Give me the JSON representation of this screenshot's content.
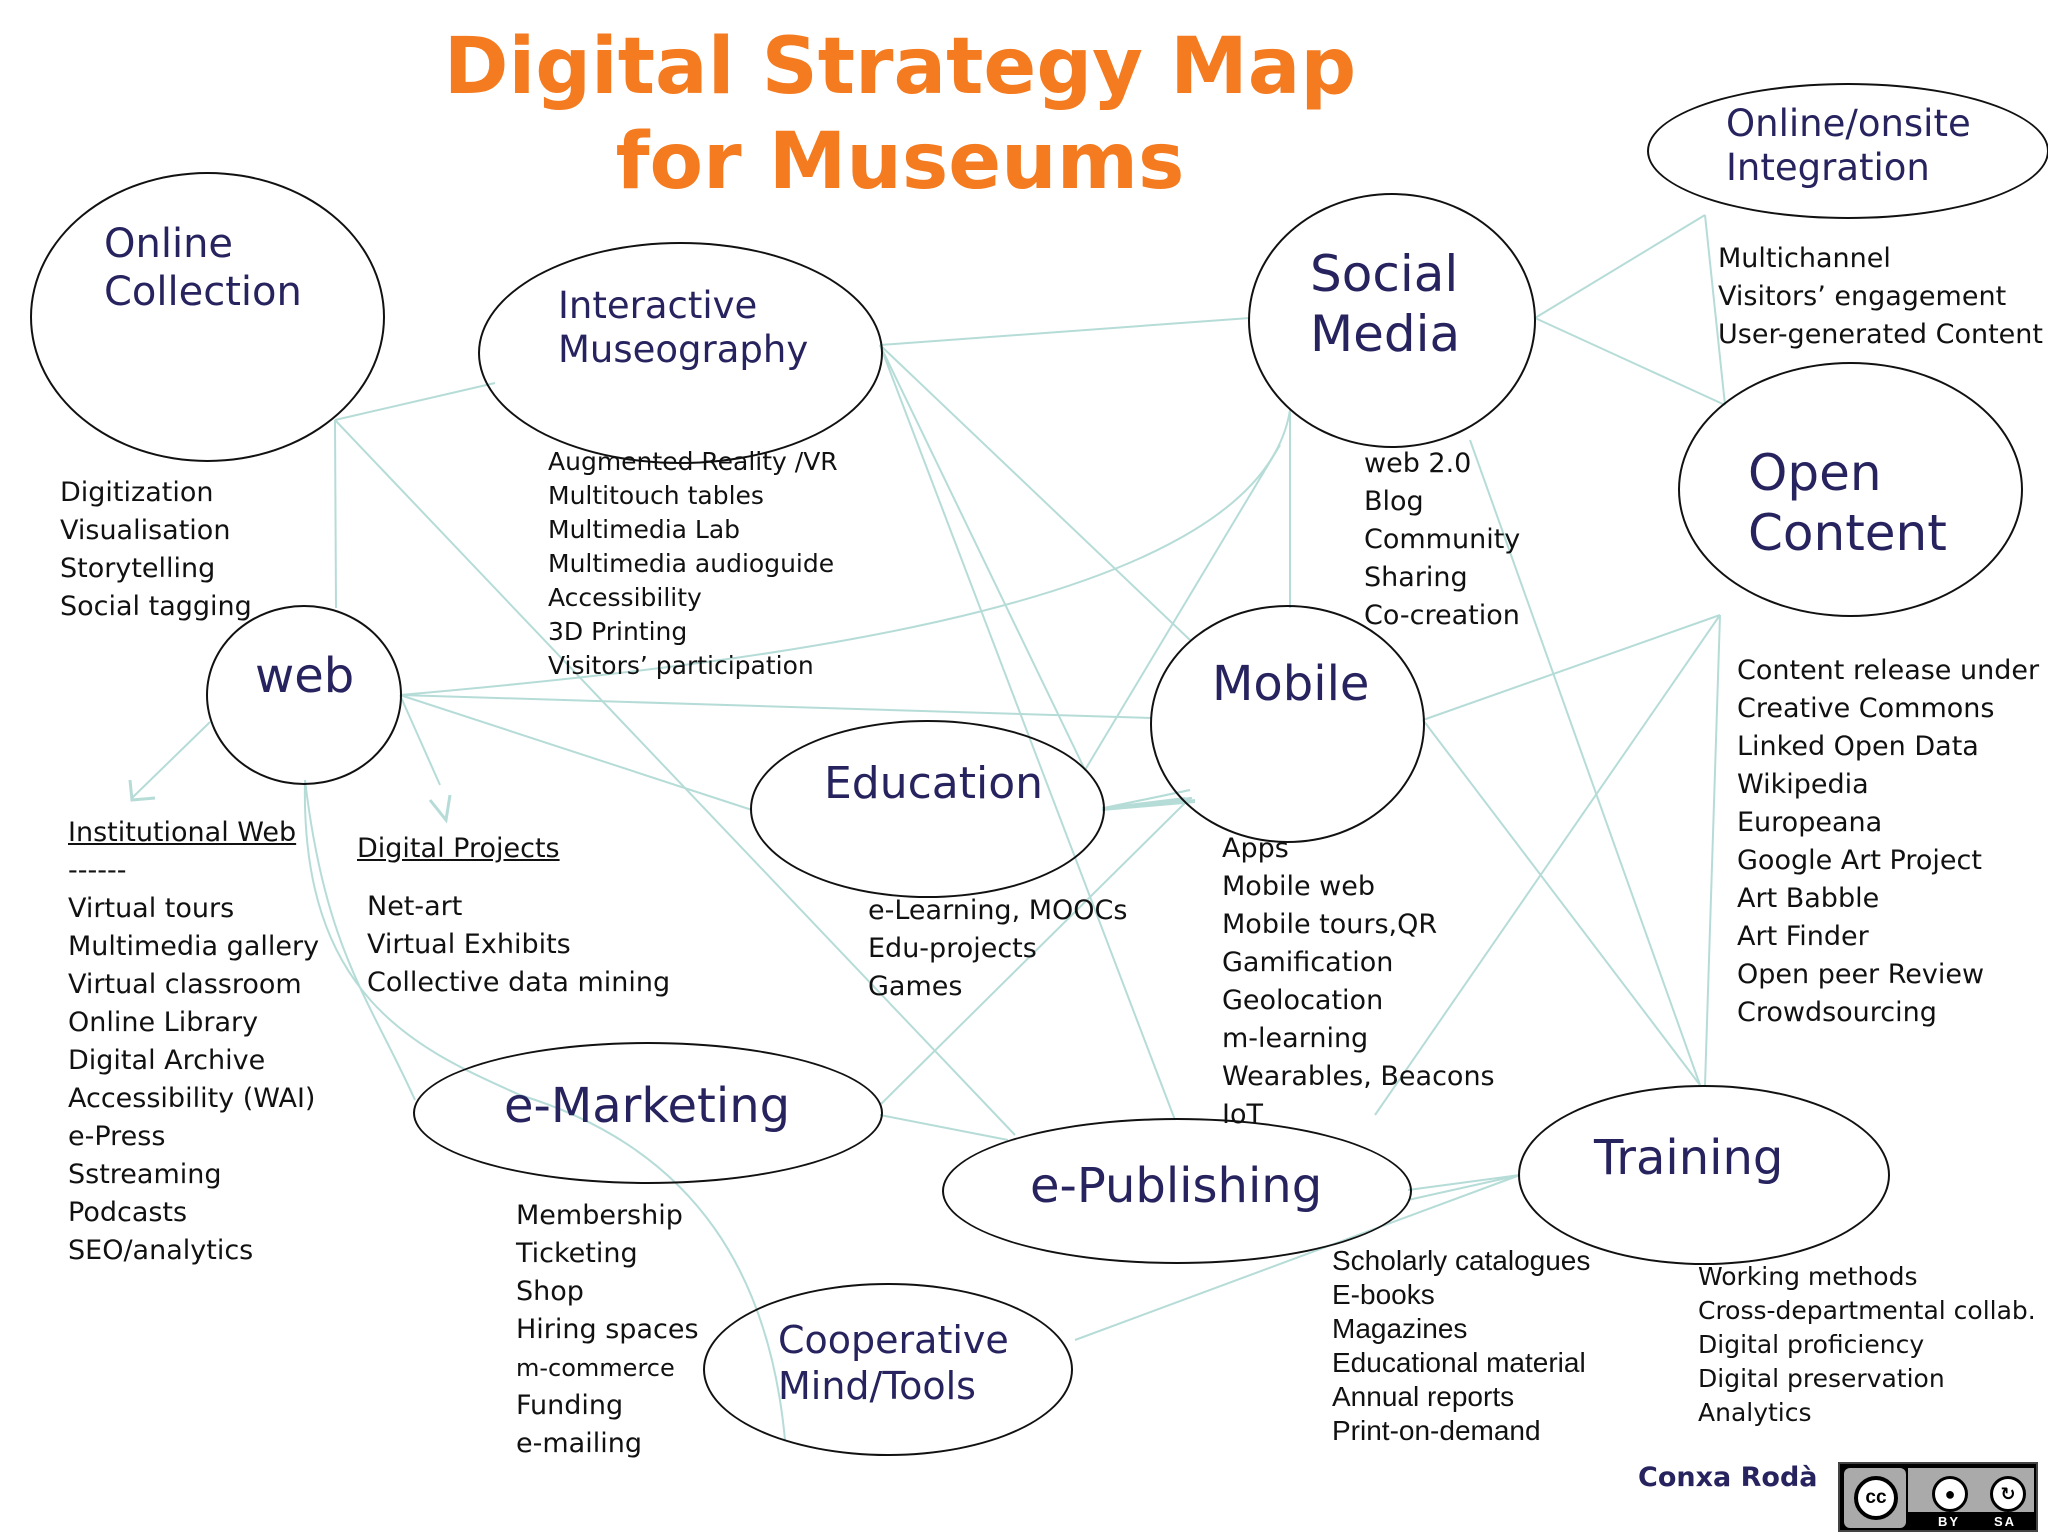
{
  "title": {
    "line1": "Digital Strategy Map",
    "line2": "for Museums"
  },
  "nodes": {
    "online_collection": {
      "line1": "Online",
      "line2": "Collection"
    },
    "interactive_museography": {
      "line1": "Interactive",
      "line2": "Museography"
    },
    "social_media": {
      "line1": "Social",
      "line2": "Media"
    },
    "online_onsite": {
      "line1": "Online/onsite",
      "line2": "Integration"
    },
    "open_content": {
      "line1": "Open",
      "line2": "Content"
    },
    "web": {
      "label": "web"
    },
    "mobile": {
      "label": "Mobile"
    },
    "education": {
      "label": "Education"
    },
    "e_marketing": {
      "label": "e-Marketing"
    },
    "e_publishing": {
      "label": "e-Publishing"
    },
    "training": {
      "label": "Training"
    },
    "cooperative": {
      "line1": "Cooperative",
      "line2": "Mind/Tools"
    }
  },
  "lists": {
    "online_collection": [
      "Digitization",
      "Visualisation",
      "Storytelling",
      "Social tagging"
    ],
    "interactive_museography": [
      "Augmented Reality /VR",
      "Multitouch tables",
      "Multimedia Lab",
      "Multimedia audioguide",
      "Accessibility",
      "3D Printing",
      "Visitors’ participation"
    ],
    "social_media": [
      "web 2.0",
      "Blog",
      "Community",
      "Sharing",
      "Co-creation"
    ],
    "online_onsite": [
      "Multichannel",
      "Visitors’ engagement",
      "User-generated Content"
    ],
    "open_content": [
      "Content release under",
      "Creative Commons",
      "Linked Open Data",
      "Wikipedia",
      "Europeana",
      "Google Art Project",
      "Art Babble",
      "Art Finder",
      "Open peer Review",
      "Crowdsourcing"
    ],
    "institutional_web": {
      "heading": "Institutional Web",
      "separator": "------",
      "items": [
        "Virtual tours",
        "Multimedia gallery",
        "Virtual classroom",
        "Online Library",
        "Digital Archive",
        "Accessibility (WAI)",
        "e-Press",
        "Sstreaming",
        "Podcasts",
        "SEO/analytics"
      ]
    },
    "digital_projects": {
      "heading": "Digital Projects",
      "items": [
        "Net-art",
        "Virtual Exhibits",
        "Collective data mining"
      ]
    },
    "education": [
      "e-Learning, MOOCs",
      "Edu-projects",
      "Games"
    ],
    "mobile": [
      "Apps",
      "Mobile web",
      "Mobile tours,QR",
      "Gamification",
      "Geolocation",
      "m-learning",
      "Wearables, Beacons",
      "IoT"
    ],
    "e_marketing": [
      "Membership",
      "Ticketing",
      "Shop",
      "Hiring spaces",
      "m-commerce",
      "Funding",
      "e-mailing"
    ],
    "e_publishing": [
      "Scholarly catalogues",
      "E-books",
      "Magazines",
      "Educational  material",
      "Annual reports",
      "Print-on-demand"
    ],
    "training": [
      "Working methods",
      "Cross-departmental collab.",
      "Digital proficiency",
      "Digital preservation",
      "Analytics"
    ]
  },
  "author": "Conxa Rodà",
  "license": {
    "by": "BY",
    "sa": "SA"
  },
  "colors": {
    "title": "#f47b20",
    "node_text": "#27235e",
    "connector": "#b6dcd8"
  }
}
